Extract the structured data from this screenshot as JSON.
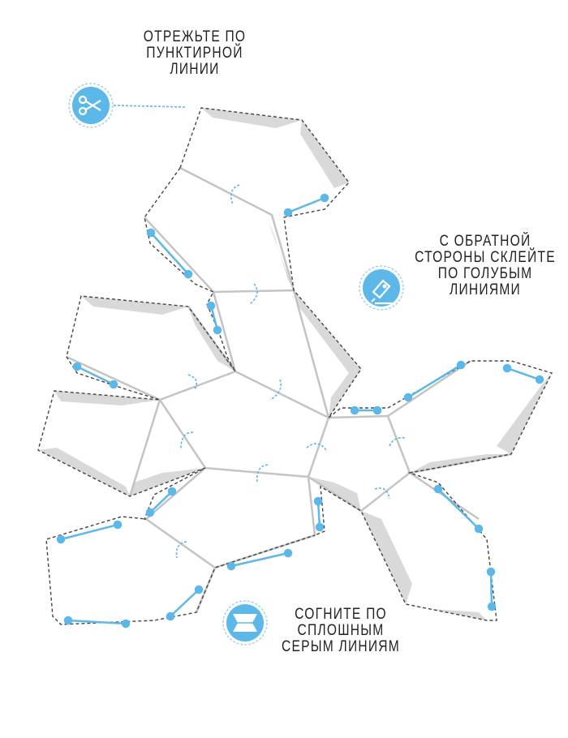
{
  "instructions": {
    "cut": [
      "ОТРЕЖЬТЕ ПО",
      "ПУНКТИРНОЙ",
      "ЛИНИИ"
    ],
    "glue": [
      "С ОБРАТНОЙ",
      "СТОРОНЫ СКЛЕЙТЕ",
      "ПО ГОЛУБЫМ",
      "ЛИНИЯМИ"
    ],
    "fold": [
      "СОГНИТЕ ПО",
      "СПЛОШНЫМ",
      "СЕРЫМ ЛИНИЯМ"
    ]
  },
  "icons": {
    "cut": "scissors-icon",
    "glue": "glue-icon",
    "fold": "fold-icon"
  },
  "colors": {
    "accent": "#5bb8e8",
    "fold_line": "#c4c4c4",
    "tab": "#d8d8d8",
    "cut_line": "#444444"
  }
}
